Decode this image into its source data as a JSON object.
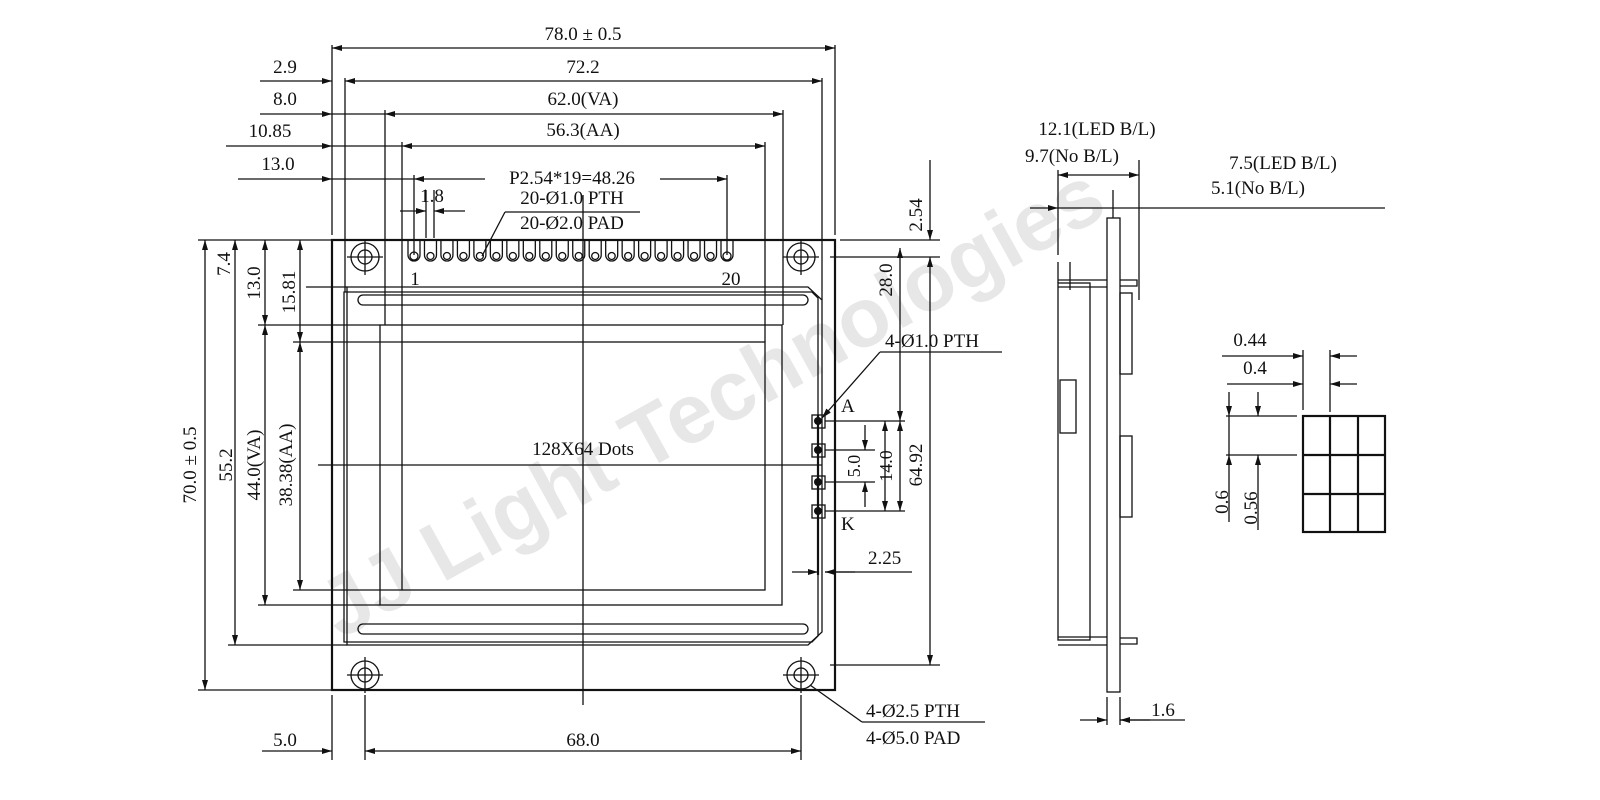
{
  "title": "128X64 graphic LCD module mechanical drawing",
  "watermark": "JJ Light Technologies",
  "front_view": {
    "center_label": "128X64 Dots",
    "pin_first": "1",
    "pin_last": "20",
    "anode_label": "A",
    "cathode_label": "K",
    "top_dims": {
      "overall": "78.0 ± 0.5",
      "d72": "72.2",
      "va": "62.0(VA)",
      "aa": "56.3(AA)",
      "pitch": "P2.54*19=48.26",
      "pin_hole": "20-Ø1.0 PTH",
      "pin_pad": "20-Ø2.0 PAD",
      "pin_offset": "1.8"
    },
    "left_offsets": [
      "2.9",
      "8.0",
      "10.85",
      "13.0"
    ],
    "left_dims": {
      "overall": "70.0 ± 0.5",
      "d55": "55.2",
      "va": "44.0(VA)",
      "aa": "38.38(AA)",
      "d7_4": "7.4",
      "d13": "13.0",
      "d15_81": "15.81"
    },
    "right_dims": {
      "d2_54": "2.54",
      "d28": "28.0",
      "led_holes": "4-Ø1.0 PTH",
      "d14": "14.0",
      "d5": "5.0",
      "d64_92": "64.92",
      "d2_25": "2.25"
    },
    "bottom_dims": {
      "d5": "5.0",
      "d68": "68.0",
      "mount_hole": "4-Ø2.5 PTH",
      "mount_pad": "4-Ø5.0 PAD"
    }
  },
  "side_view": {
    "led_total": "12.1(LED B/L)",
    "nobl_total": "9.7(No B/L)",
    "led_module": "7.5(LED B/L)",
    "nobl_module": "5.1(No B/L)",
    "pcb": "1.6"
  },
  "dot_detail": {
    "pitch_x": "0.44",
    "dot_w": "0.4",
    "pitch_y": "0.6",
    "dot_h": "0.56"
  }
}
